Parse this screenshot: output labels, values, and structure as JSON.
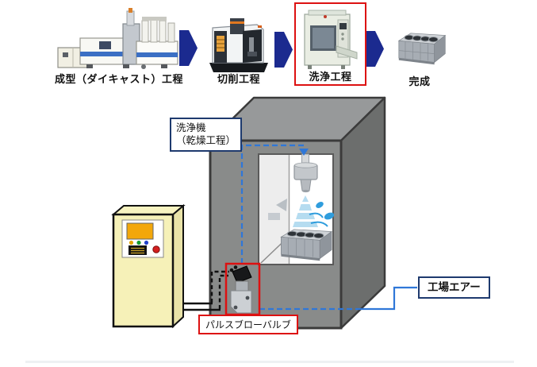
{
  "process_flow": {
    "steps": [
      {
        "label": "成型（ダイキャスト）工程",
        "illustration": "diecast-machine",
        "highlighted": false
      },
      {
        "label": "切削工程",
        "illustration": "cnc-machine",
        "highlighted": false
      },
      {
        "label": "洗浄工程",
        "illustration": "washing-machine",
        "highlighted": true
      },
      {
        "label": "完成",
        "illustration": "engine-block",
        "highlighted": false
      }
    ]
  },
  "washer_callout": {
    "line1": "洗浄機",
    "line2": "（乾燥工程）"
  },
  "valve_callout": {
    "label": "パルスブローバルブ"
  },
  "air_callout": {
    "label": "工場エアー"
  },
  "icons": [
    "diecast-machine-illustration",
    "flow-arrow-icon",
    "cnc-machine-illustration",
    "washing-machine-illustration",
    "engine-block-illustration",
    "spray-nozzle-illustration",
    "pulse-blow-valve-illustration",
    "control-cabinet-illustration"
  ],
  "colors": {
    "highlight_red": "#dd1111",
    "callout_navy": "#1e3a6e",
    "flow_arrow_blue": "#1b2a8f",
    "air_line_blue": "#2f77d8",
    "enclosure_front_gray": "#898b8a",
    "enclosure_top_gray": "#97999a",
    "enclosure_side_gray": "#6c6e6d",
    "cabinet_cream": "#f6f1b8"
  }
}
